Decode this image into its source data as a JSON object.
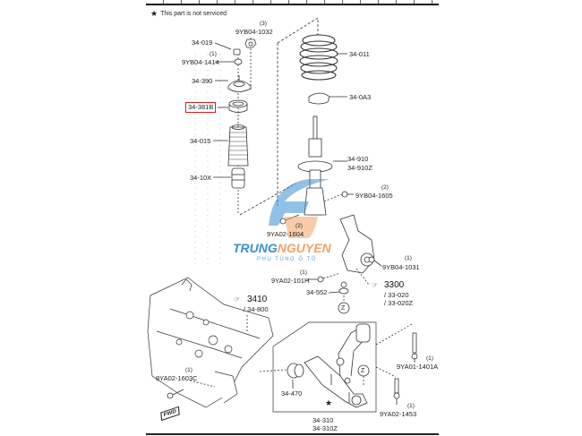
{
  "header": {
    "note_symbol": "★",
    "note_text": "This part is not serviced"
  },
  "watermark": {
    "brand_part1": "TRUNG",
    "brand_part2": "NGUYEN",
    "tagline": "PHỤ TÙNG Ô TÔ",
    "colors": {
      "blue": "#3b8fd1",
      "orange": "#f2a265"
    }
  },
  "highlight_color": "#d42020",
  "callouts": {
    "p9YB04_1032": {
      "code": "9YB04-1032",
      "qty": "(3)"
    },
    "p34_019": {
      "code": "34-019"
    },
    "p9YB04_1414": {
      "code": "9YB04-1414",
      "qty": "(1)"
    },
    "p34_390": {
      "code": "34-390"
    },
    "p34_381B": {
      "code": "34-381B"
    },
    "p34_015": {
      "code": "34-015"
    },
    "p34_10X": {
      "code": "34-10X"
    },
    "p34_011": {
      "code": "34-011"
    },
    "p34_0A3": {
      "code": "34-0A3"
    },
    "p34_910": {
      "code": "34-910",
      "code2": "34-910Z"
    },
    "p9YB04_1605": {
      "code": "9YB04-1605",
      "qty": "(2)"
    },
    "p9YA02_1604": {
      "code": "9YA02-1604",
      "qty": "(2)"
    },
    "p9YB04_1031": {
      "code": "9YB04-1031",
      "qty": "(1)"
    },
    "p9YA02_101H": {
      "code": "9YA02-101H",
      "qty": "(1)"
    },
    "p34_552": {
      "code": "34-552"
    },
    "p3300": {
      "ref": "3300",
      "sub1": "/ 33-020",
      "sub2": "/ 33-020Z"
    },
    "p3410": {
      "ref": "3410",
      "sub1": "/ 34-800"
    },
    "p9YA01_1401A": {
      "code": "9YA01-1401A",
      "qty": "(1)"
    },
    "p9YA02_1603C": {
      "code": "9YA02-1603C",
      "qty": "(1)"
    },
    "p34_470": {
      "code": "34-470"
    },
    "p34_310": {
      "code": "34-310",
      "code2": "34-310Z"
    },
    "p9YA02_1453": {
      "code": "9YA02-1453",
      "qty": "(1)"
    },
    "z_marker": "Z",
    "not_serviced_star": "★",
    "fwd_label": "FWD"
  }
}
